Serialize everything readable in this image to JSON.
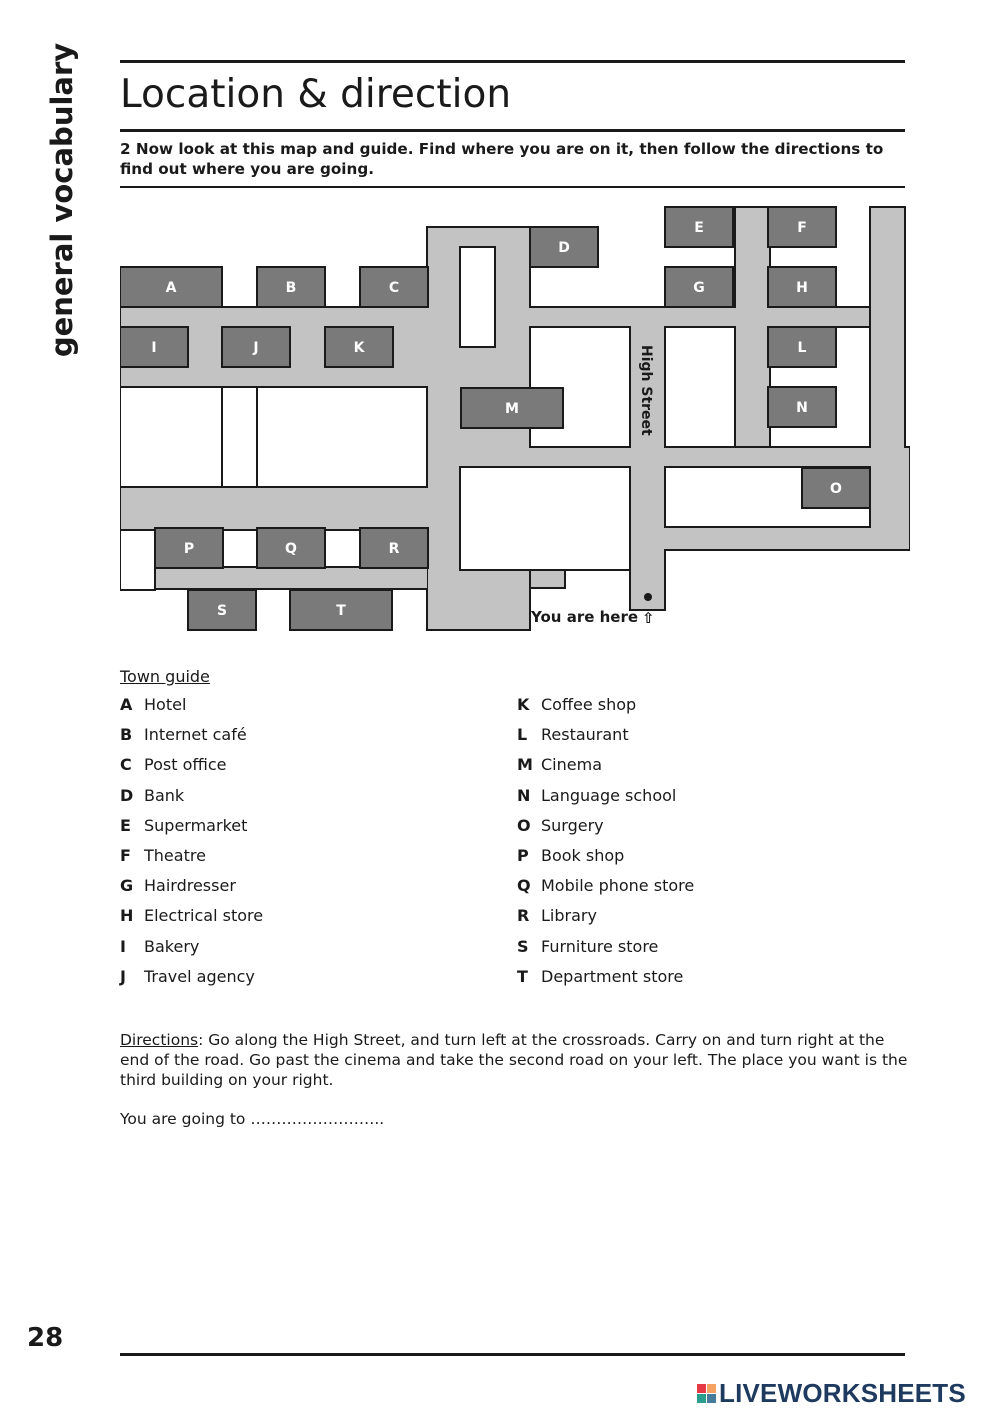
{
  "side_label": "general vocabulary",
  "title": "Location & direction",
  "instruction": "2 Now look at this map and guide. Find where you are on it, then follow the directions to find out where you are going.",
  "map": {
    "buildings": [
      "A",
      "B",
      "C",
      "D",
      "E",
      "F",
      "G",
      "H",
      "I",
      "J",
      "K",
      "L",
      "M",
      "N",
      "O",
      "P",
      "Q",
      "R",
      "S",
      "T"
    ],
    "street_label": "High Street",
    "you_are_here": "You are here",
    "arrow": "⇧"
  },
  "guide": {
    "title": "Town guide",
    "left": [
      {
        "letter": "A",
        "place": "Hotel"
      },
      {
        "letter": "B",
        "place": "Internet café"
      },
      {
        "letter": "C",
        "place": "Post office"
      },
      {
        "letter": "D",
        "place": "Bank"
      },
      {
        "letter": "E",
        "place": "Supermarket"
      },
      {
        "letter": "F",
        "place": "Theatre"
      },
      {
        "letter": "G",
        "place": "Hairdresser"
      },
      {
        "letter": "H",
        "place": "Electrical store"
      },
      {
        "letter": "I",
        "place": "Bakery"
      },
      {
        "letter": "J",
        "place": "Travel agency"
      }
    ],
    "right": [
      {
        "letter": "K",
        "place": "Coffee shop"
      },
      {
        "letter": "L",
        "place": "Restaurant"
      },
      {
        "letter": "M",
        "place": "Cinema"
      },
      {
        "letter": "N",
        "place": "Language school"
      },
      {
        "letter": "O",
        "place": "Surgery"
      },
      {
        "letter": "P",
        "place": "Book shop"
      },
      {
        "letter": "Q",
        "place": "Mobile phone store"
      },
      {
        "letter": "R",
        "place": "Library"
      },
      {
        "letter": "S",
        "place": "Furniture store"
      },
      {
        "letter": "T",
        "place": "Department store"
      }
    ]
  },
  "directions": {
    "label": "Directions",
    "text": ": Go along the High Street, and turn left at the crossroads. Carry on and turn right at the end of the road. Go past the cinema and take the second road on your left. The place you want is the third building on your right."
  },
  "going_to": "You are going to ……………………..",
  "page_number": "28",
  "brand": {
    "text": "LIVEWORKSHEETS",
    "colors": [
      "#e63946",
      "#f4a261",
      "#2a9d8f",
      "#457b9d"
    ]
  }
}
